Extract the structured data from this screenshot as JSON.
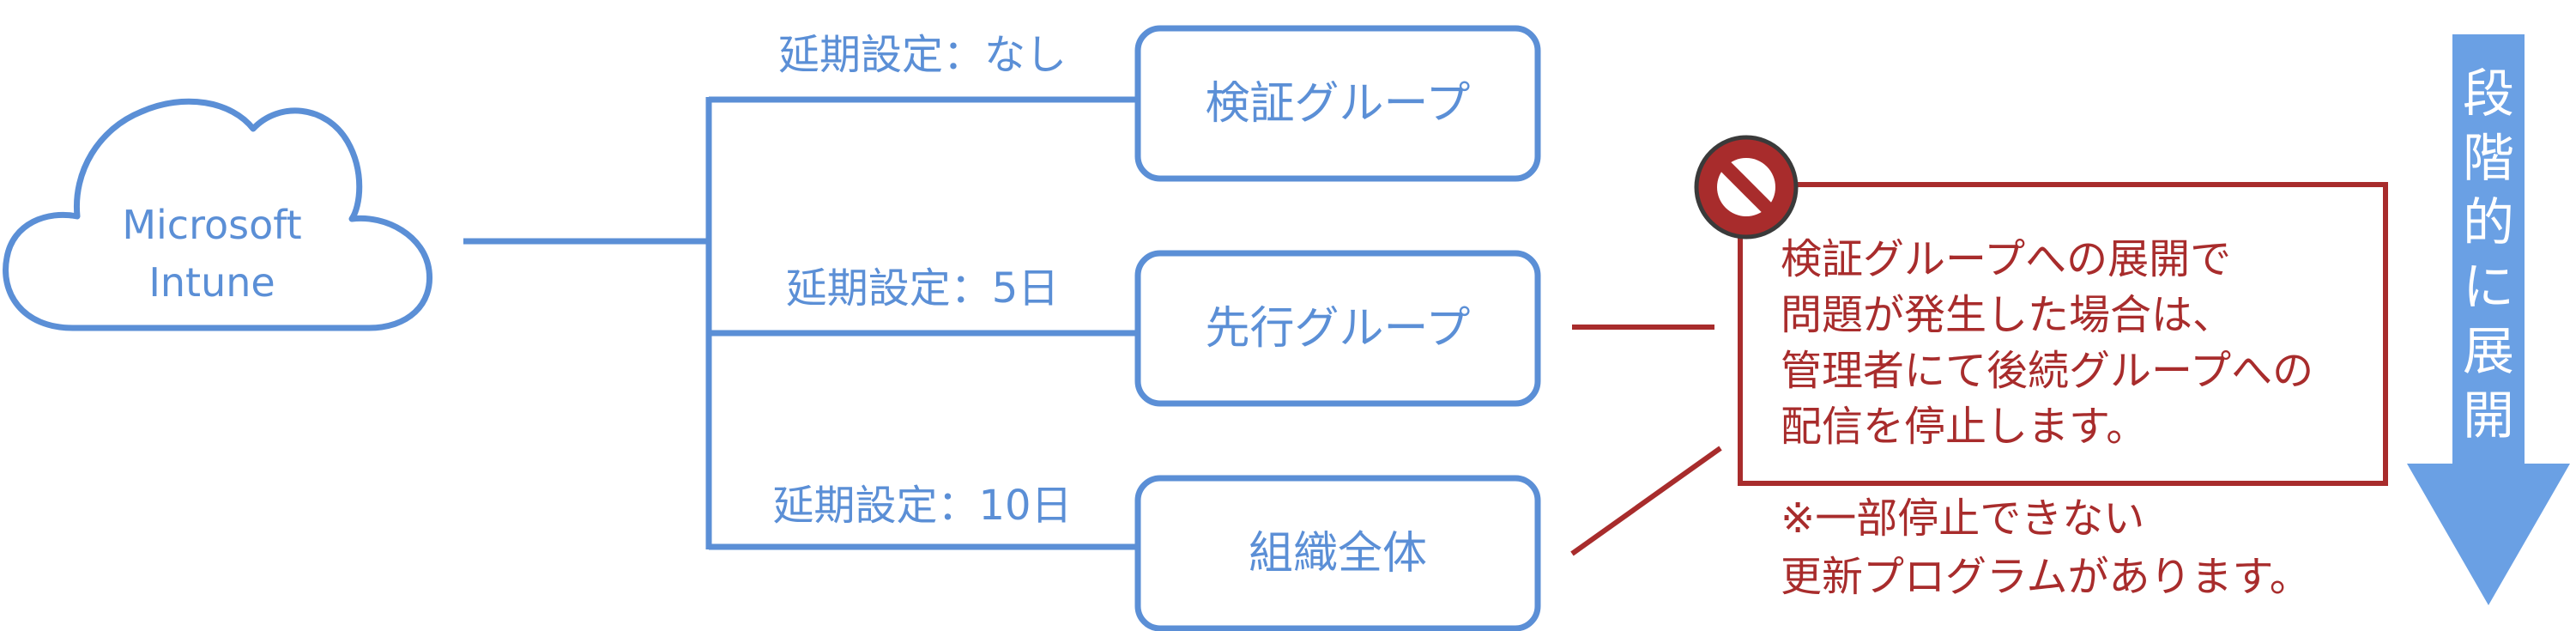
{
  "colors": {
    "blue": "#5b8fd6",
    "red": "#a82c2c",
    "arrow": "#6aa0e4"
  },
  "source": {
    "line1": "Microsoft",
    "line2": "Intune"
  },
  "groups": [
    {
      "label": "検証グループ",
      "deferral": "延期設定：なし"
    },
    {
      "label": "先行グループ",
      "deferral": "延期設定：5日"
    },
    {
      "label": "組織全体",
      "deferral": "延期設定：10日"
    }
  ],
  "note": {
    "lines": [
      "検証グループへの展開で",
      "問題が発生した場合は、",
      "管理者にて後続グループへの",
      "配信を停止します。"
    ],
    "footnote": [
      "※一部停止できない",
      "更新プログラムがあります。"
    ],
    "icon": "prohibited-icon"
  },
  "side_arrow": {
    "chars": [
      "段",
      "階",
      "的",
      "に",
      "展",
      "開"
    ]
  }
}
